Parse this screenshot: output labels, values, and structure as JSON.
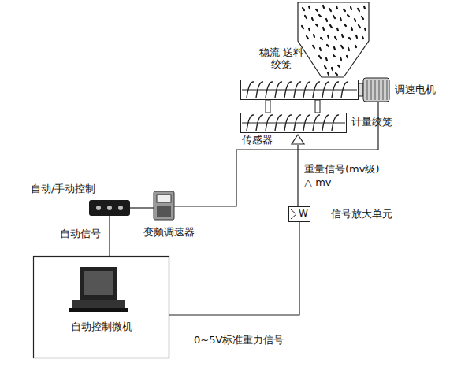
{
  "diagram": {
    "nodes": [
      {
        "text": [
          "稳流 送料绞笼"
        ]
      },
      {
        "text": [
          "计量绞笼"
        ]
      },
      {
        "text": [
          "调速电机"
        ]
      },
      {
        "text": [
          "传感器"
        ]
      },
      {
        "text": [
          "W",
          "信号放大单元"
        ]
      },
      {
        "text": [
          "变频调速器"
        ]
      },
      {
        "text": [
          "自动/手动控制"
        ]
      },
      {
        "text": [
          "自动控制微机"
        ]
      }
    ],
    "edges": [
      {
        "from": 3,
        "to": 4,
        "label": "重量信号(mv级)",
        "arrow": "none"
      },
      {
        "from": 4,
        "to": 7,
        "label": "0~5V标准重力信号",
        "arrow": "none"
      },
      {
        "from": 7,
        "to": 6,
        "label": "自动信号",
        "arrow": "none"
      },
      {
        "from": 6,
        "to": 5,
        "arrow": "none"
      },
      {
        "from": 5,
        "to": 2,
        "arrow": "none"
      }
    ],
    "labels": [
      "△ mv"
    ]
  }
}
